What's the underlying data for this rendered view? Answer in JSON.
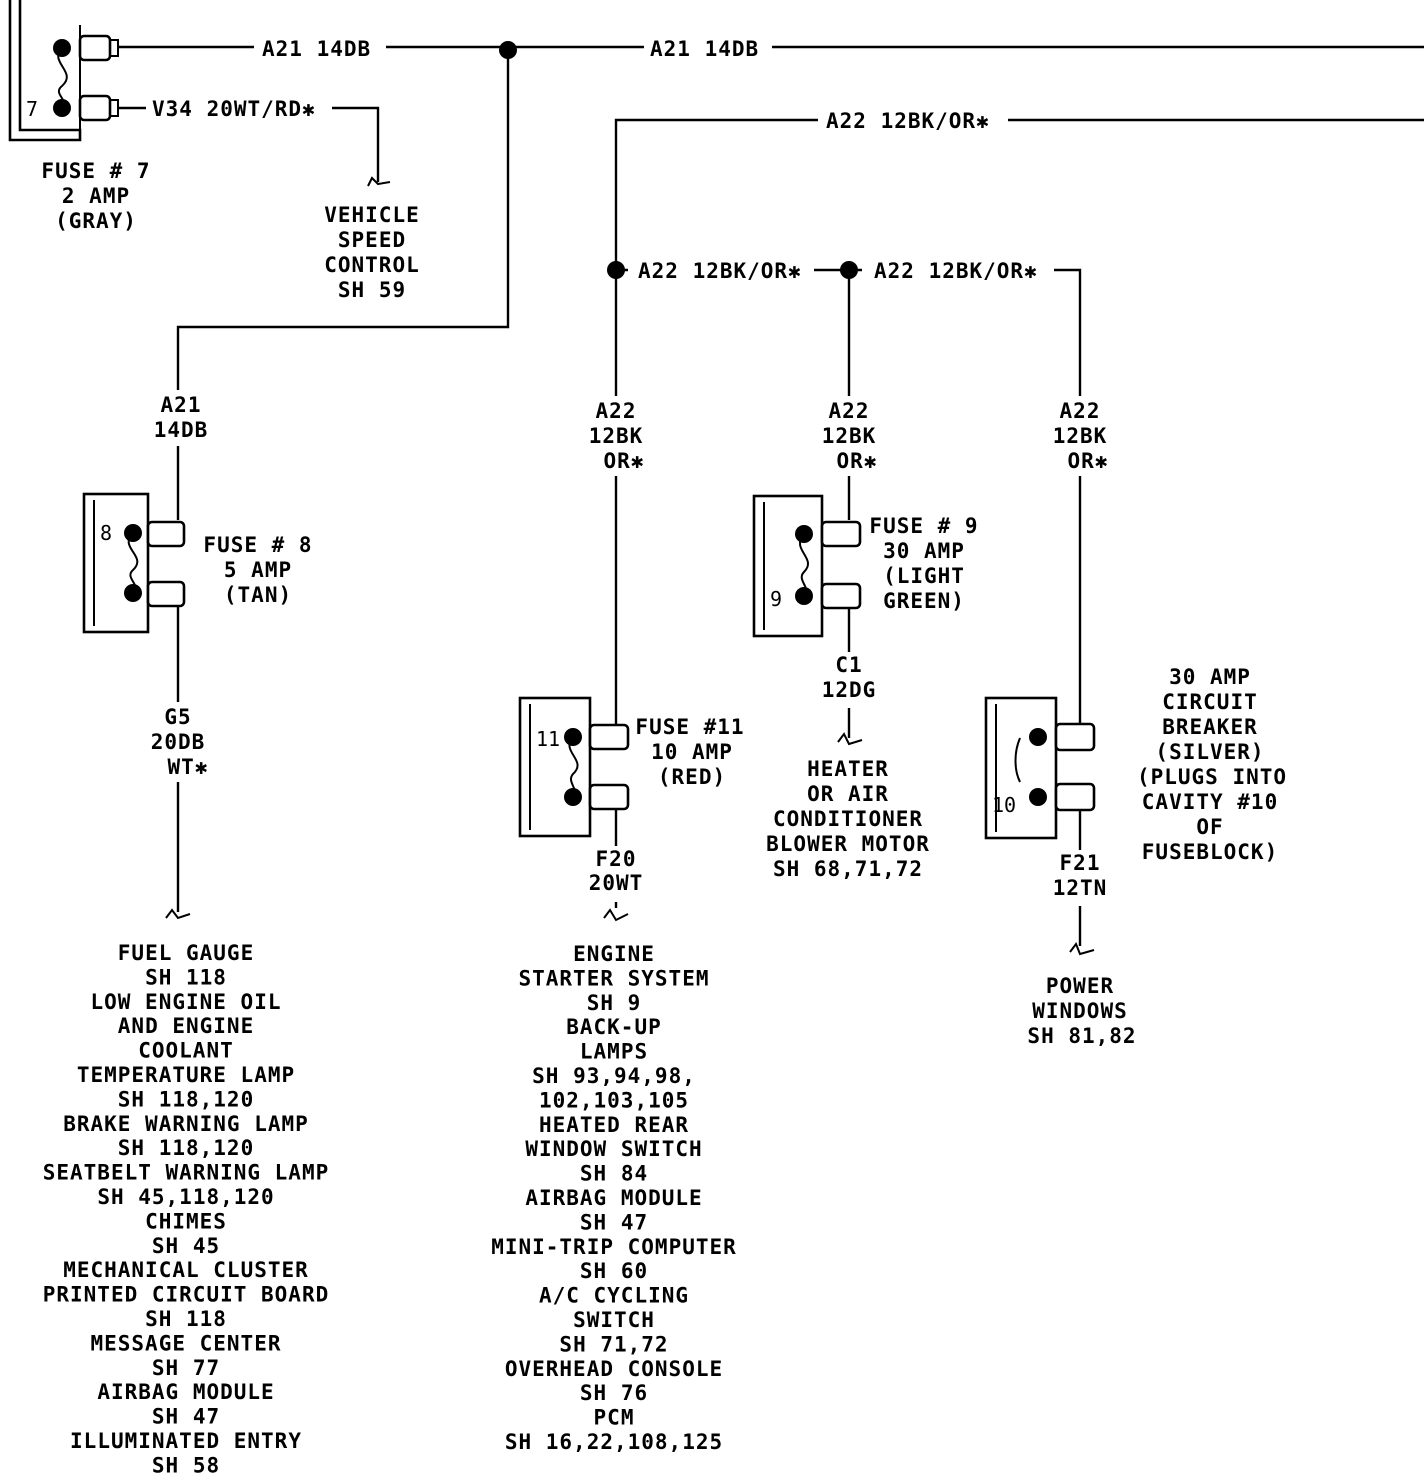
{
  "fuses": {
    "f7": {
      "cavity": "7",
      "lines": [
        "FUSE # 7",
        "2 AMP",
        "(GRAY)"
      ]
    },
    "f8": {
      "cavity": "8",
      "lines": [
        "FUSE # 8",
        "5 AMP",
        "(TAN)"
      ]
    },
    "f9": {
      "cavity": "9",
      "lines": [
        "FUSE # 9",
        "30 AMP",
        "(LIGHT",
        "GREEN)"
      ]
    },
    "f11": {
      "cavity": "11",
      "lines": [
        "FUSE #11",
        "10 AMP",
        "(RED)"
      ]
    },
    "cb10": {
      "cavity": "10",
      "lines": [
        "30 AMP",
        "CIRCUIT",
        "BREAKER",
        "(SILVER)",
        "(PLUGS INTO",
        "CAVITY #10",
        "OF",
        "FUSEBLOCK)"
      ]
    }
  },
  "wires": {
    "a21_top_1": "A21  14DB",
    "a21_top_2": "A21  14DB",
    "v34": "V34  20WT/RD✱",
    "a22_top": "A22  12BK/OR✱",
    "a22_mid_1": "A22  12BK/OR✱",
    "a22_mid_2": "A22  12BK/OR✱",
    "a21_vert": [
      "A21",
      "14DB"
    ],
    "a22_vert_1": [
      "A22",
      "12BK",
      "OR✱"
    ],
    "a22_vert_2": [
      "A22",
      "12BK",
      "OR✱"
    ],
    "a22_vert_3": [
      "A22",
      "12BK",
      "OR✱"
    ],
    "g5": [
      "G5",
      "20DB",
      "WT✱"
    ],
    "f20": [
      "F20",
      "20WT"
    ],
    "c1": [
      "C1",
      "12DG"
    ],
    "f21": [
      "F21",
      "12TN"
    ]
  },
  "destinations": {
    "vehicle_speed": [
      "VEHICLE",
      "SPEED",
      "CONTROL",
      "SH 59"
    ],
    "fuel_gauge": [
      "FUEL GAUGE",
      "SH 118",
      "LOW ENGINE OIL",
      "AND ENGINE",
      "COOLANT",
      "TEMPERATURE LAMP",
      "SH 118,120",
      "BRAKE WARNING LAMP",
      "SH 118,120",
      "SEATBELT WARNING LAMP",
      "SH 45,118,120",
      "CHIMES",
      "SH 45",
      "MECHANICAL CLUSTER",
      "PRINTED CIRCUIT BOARD",
      "SH 118",
      "MESSAGE CENTER",
      "SH 77",
      "AIRBAG MODULE",
      "SH 47",
      "ILLUMINATED ENTRY",
      "SH 58"
    ],
    "engine_starter": [
      "ENGINE",
      "STARTER SYSTEM",
      "SH 9",
      "BACK-UP",
      "LAMPS",
      "SH 93,94,98,",
      "102,103,105",
      "HEATED REAR",
      "WINDOW SWITCH",
      "SH 84",
      "AIRBAG MODULE",
      "SH 47",
      "MINI-TRIP COMPUTER",
      "SH 60",
      "A/C CYCLING",
      "SWITCH",
      "SH 71,72",
      "OVERHEAD CONSOLE",
      "SH 76",
      "PCM",
      "SH 16,22,108,125"
    ],
    "heater": [
      "HEATER",
      "OR AIR",
      "CONDITIONER",
      "BLOWER MOTOR",
      "SH 68,71,72"
    ],
    "power_windows": [
      "POWER",
      "WINDOWS",
      "SH 81,82"
    ]
  }
}
